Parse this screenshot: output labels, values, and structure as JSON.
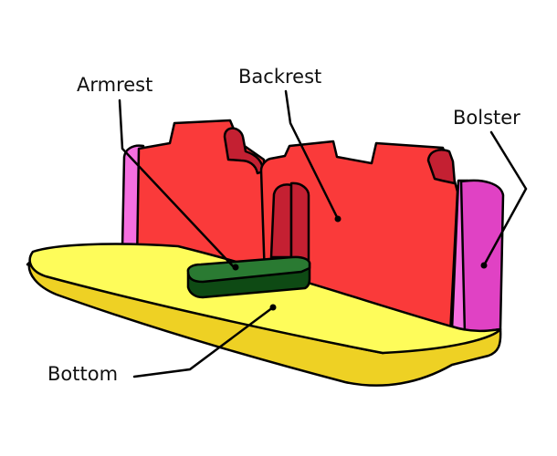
{
  "labels": {
    "armrest": "Armrest",
    "backrest": "Backrest",
    "bolster": "Bolster",
    "bottom": "Bottom"
  },
  "colors": {
    "backrest": "#fa3a3a",
    "backrest_shadow": "#c42032",
    "bolster_light": "#f56fe0",
    "bolster_dark": "#e042c4",
    "bottom_top": "#fefc5a",
    "bottom_side": "#eed124",
    "armrest_top": "#2a7a32",
    "armrest_side": "#0e4a14",
    "outline": "#000000"
  }
}
